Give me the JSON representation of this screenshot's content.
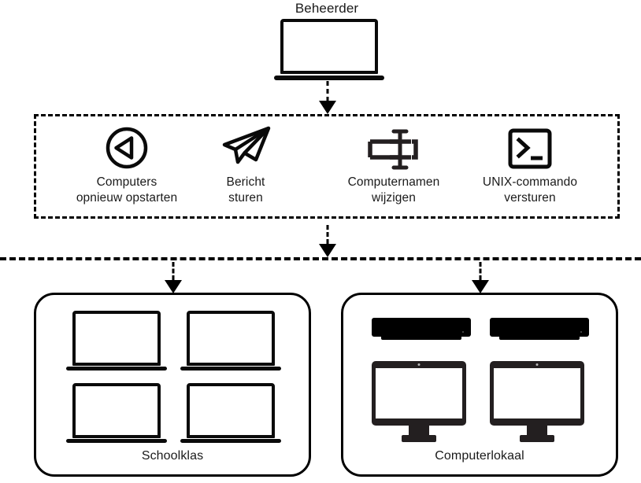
{
  "diagram": {
    "admin": {
      "label": "Beheerder",
      "icon": "laptop-icon"
    },
    "actions": [
      {
        "id": "restart",
        "icon": "restart-circle-icon",
        "label": "Computers\nopnieuw opstarten"
      },
      {
        "id": "message",
        "icon": "paper-plane-icon",
        "label": "Bericht\nsturen"
      },
      {
        "id": "rename",
        "icon": "text-field-cursor-icon",
        "label": "Computernamen\nwijzigen"
      },
      {
        "id": "unix",
        "icon": "terminal-icon",
        "label": "UNIX-commando\nversturen"
      }
    ],
    "groups": [
      {
        "id": "classroom",
        "label": "Schoolklas",
        "device_icon": "laptop-icon",
        "device_count": 4
      },
      {
        "id": "computerlab",
        "label": "Computerlokaal",
        "device_icon": "imac-icon",
        "device_count": 4
      }
    ],
    "colors": {
      "stroke": "#000000",
      "text": "#1a1a1a",
      "device_fill": "#231f20",
      "background": "#ffffff"
    },
    "connectors": {
      "admin_to_actions": "dashed-arrow-down",
      "actions_to_divider": "dashed-arrow-down",
      "divider_to_classroom": "dashed-arrow-down",
      "divider_to_computerlab": "dashed-arrow-down"
    }
  }
}
